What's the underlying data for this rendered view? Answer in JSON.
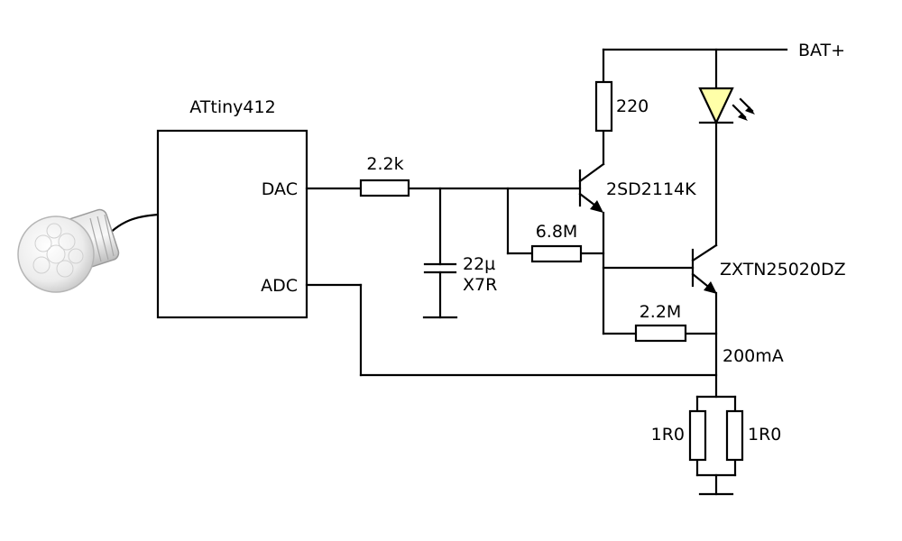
{
  "mcu": {
    "name": "ATtiny412",
    "pin_dac": "DAC",
    "pin_adc": "ADC"
  },
  "components": {
    "r_dac": "2.2k",
    "cap_value": "22µ",
    "cap_type": "X7R",
    "r_feedback": "6.8M",
    "r_base": "2.2M",
    "r_collector": "220",
    "q1": "2SD2114K",
    "q2": "ZXTN25020DZ",
    "r_sense_left": "1R0",
    "r_sense_right": "1R0"
  },
  "supply": {
    "label": "BAT+"
  },
  "current": {
    "label": "200mA"
  },
  "colors": {
    "led_fill": "#ffffa8",
    "sensor_body": "#dcdcdc",
    "wire": "#000000"
  },
  "icons": {
    "pir_sensor": "pir-sensor-icon",
    "led": "led-icon"
  }
}
